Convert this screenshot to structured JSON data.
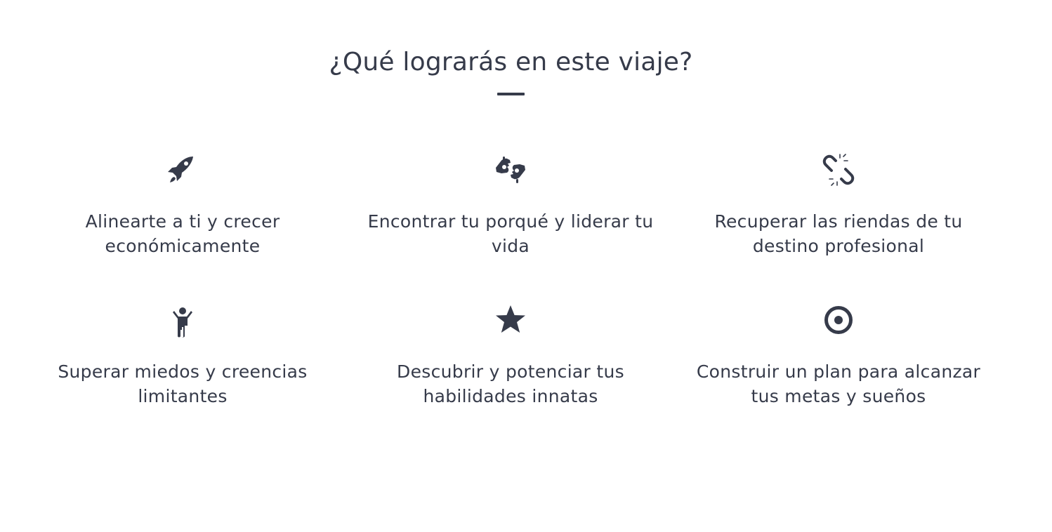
{
  "section": {
    "title": "¿Qué lograrás en este viaje?"
  },
  "colors": {
    "text": "#363b4a",
    "icon": "#363b4a",
    "background": "#ffffff"
  },
  "features": [
    {
      "icon": "rocket-icon",
      "label": "Alinearte a ti y crecer económicamente"
    },
    {
      "icon": "sign-language-icon",
      "label": "Encontrar tu porqué y liderar tu vida"
    },
    {
      "icon": "broken-link-icon",
      "label": "Recuperar las riendas de tu destino profesional"
    },
    {
      "icon": "child-icon",
      "label": "Superar miedos y creencias limitantes"
    },
    {
      "icon": "star-icon",
      "label": "Descubrir y potenciar tus habilidades innatas"
    },
    {
      "icon": "target-icon",
      "label": "Construir un plan para alcanzar tus metas y sueños"
    }
  ]
}
